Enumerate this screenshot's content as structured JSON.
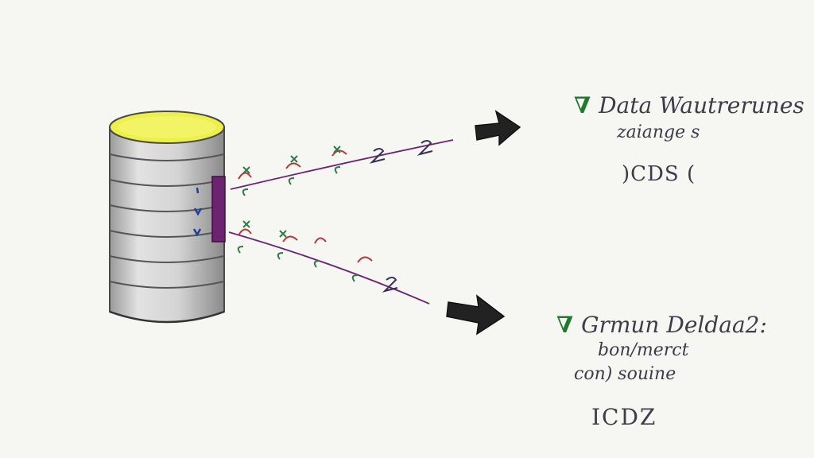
{
  "colors": {
    "background": "#f6f6f2",
    "cylinder_top": "#eef04a",
    "cylinder_side": "#cfcfcf",
    "ink": "#3d3d4a",
    "connector": "#6b2372",
    "check": "#1f7a2e",
    "marker_blue": "#1f3d9a",
    "squiggle_red": "#b23a3a",
    "squiggle_green": "#2f7a45",
    "arrow": "#222222"
  },
  "icons": [
    "database-cylinder-icon",
    "arrow-right-icon",
    "check-icon"
  ],
  "targets": {
    "top": {
      "check": "∇",
      "title": "Data Wautrerunes",
      "subtitle": "zaiange s",
      "code": ")CDS ("
    },
    "bottom": {
      "check": "∇",
      "title": "Grmun Deldaa2:",
      "subtitle1": "bon/merct",
      "subtitle2": "con) souine",
      "code": "ICDZ"
    }
  }
}
